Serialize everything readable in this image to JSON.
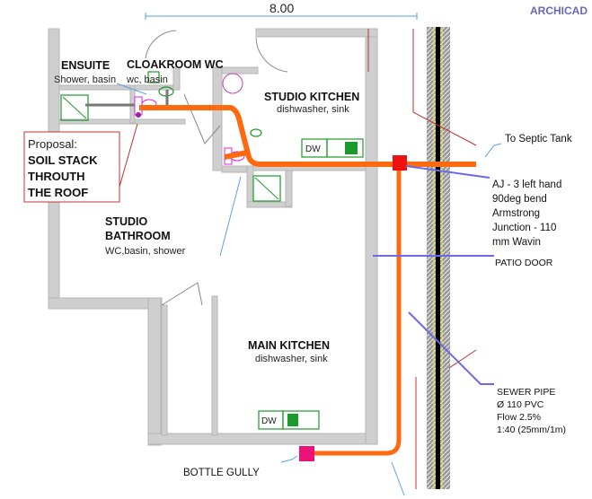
{
  "dimension": {
    "value": "8.00"
  },
  "brand": {
    "label": "ARCHICAD"
  },
  "rooms": {
    "ensuite": {
      "title": "ENSUITE",
      "fixtures": "Shower, basin"
    },
    "cloakroom": {
      "title": "CLOAKROOM WC",
      "fixtures": "wc, basin"
    },
    "studio_kitchen": {
      "title": "STUDIO KITCHEN",
      "fixtures": "dishwasher, sink"
    },
    "studio_bathroom": {
      "title_line1": "STUDIO",
      "title_line2": "BATHROOM",
      "fixtures": "WC,basin, shower"
    },
    "main_kitchen": {
      "title": "MAIN  KITCHEN",
      "fixtures": "dishwasher, sink"
    }
  },
  "appliances": {
    "dw": "DW"
  },
  "proposal": {
    "label": "Proposal:",
    "line1": "SOIL STACK",
    "line2": "THROUTH",
    "line3": "THE ROOF"
  },
  "annotations": {
    "septic": "To Septic  Tank",
    "junction": [
      "AJ - 3 left hand",
      "90deg bend",
      "Armstrong",
      "Junction - 110",
      "mm Wavin"
    ],
    "patio_door": "PATIO DOOR",
    "sewer": [
      "SEWER PIPE",
      "Ø 110 PVC",
      "Flow 2.5%",
      "1:40 (25mm/1m)"
    ],
    "bottle_gully": "BOTTLE GULLY"
  },
  "colors": {
    "pipe": "#ff6a10",
    "junction": "#ee1111",
    "gully": "#ee1177",
    "fixture": "#1a9a2a",
    "leader": "#5aa0e8"
  }
}
